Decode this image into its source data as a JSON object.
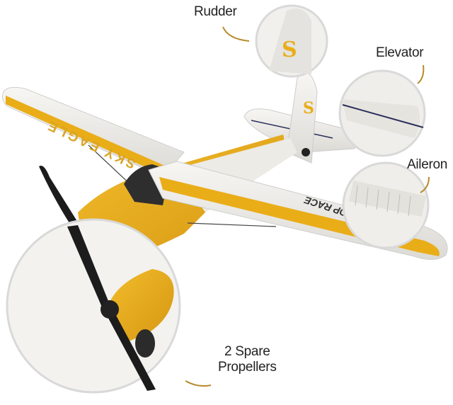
{
  "callouts": {
    "rudder": "Rudder",
    "elevator": "Elevator",
    "aileron": "Aileron",
    "propellers_line1": "2 Spare",
    "propellers_line2": "Propellers"
  },
  "branding": {
    "wing_text": "SKY EAGLE",
    "wing_logo": "TOP RACE"
  },
  "colors": {
    "accent_yellow": "#e9ad18",
    "callout_line": "#b88a2a",
    "wing_white": "#f2f1ee",
    "circle_border": "#d9d9d9",
    "propeller": "#1c1c1c"
  }
}
